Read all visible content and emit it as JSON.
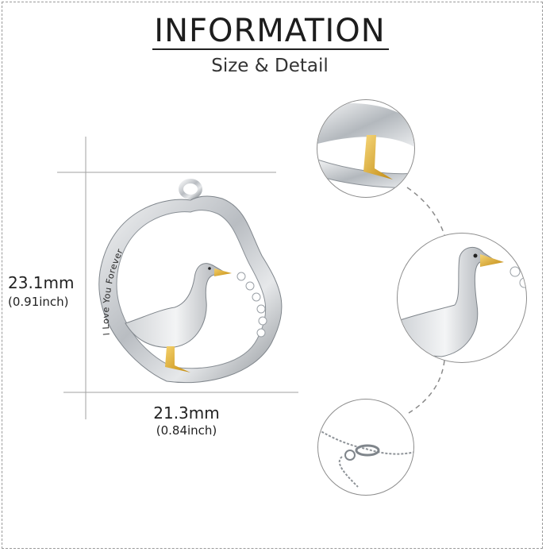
{
  "header": {
    "title": "INFORMATION",
    "subtitle": "Size & Detail"
  },
  "dimensions": {
    "height_mm": "23.1mm",
    "height_in": "(0.91inch)",
    "width_mm": "21.3mm",
    "width_in": "(0.84inch)"
  },
  "pendant": {
    "engraving": "I Love You Forever"
  },
  "colors": {
    "silver": "#c9ccd0",
    "gold": "#d9a521",
    "dim_line": "#9a9a9a",
    "frame_border": "#9a9a9a"
  }
}
